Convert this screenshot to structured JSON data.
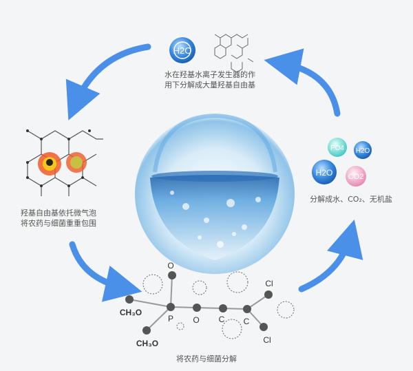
{
  "top": {
    "molecule": "H2O",
    "caption_line1": "水在羟基水离子发生器的作",
    "caption_line2": "用下分解成大量羟基自由基"
  },
  "left": {
    "caption_line1": "羟基自由基依托微气泡",
    "caption_line2": "将农药与细菌重重包围"
  },
  "right": {
    "bubbles": [
      "PO4",
      "H2O",
      "H2O",
      "CO2"
    ],
    "caption": "分解成水、CO₂、无机盐"
  },
  "bottom": {
    "atoms": {
      "o_top": "O",
      "ch3o_left": "CH₃O",
      "ch3o_bottom": "CH₃O",
      "p": "P",
      "o": "O",
      "c1": "C",
      "c2": "C",
      "cl_top": "Cl",
      "cl_bottom": "Cl"
    },
    "caption": "将农药与细菌分解"
  },
  "colors": {
    "arrow": "#4a90e8",
    "bubble_blue": "#2f7fd8",
    "bubble_teal": "#5fd6d0",
    "bubble_pink": "#f0a8c8",
    "virus": "#f05a28"
  }
}
